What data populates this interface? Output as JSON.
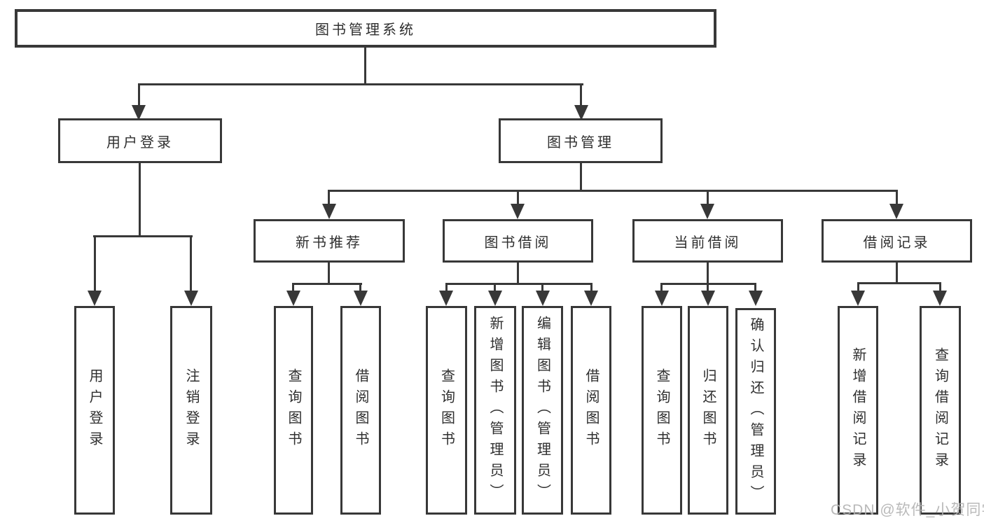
{
  "meta": {
    "watermark": "CSDN @软件_小贺同学",
    "colors": {
      "line": "#383838",
      "text": "#2f2f2f",
      "watermark": "#b2b2b2",
      "background": "#ffffff"
    }
  },
  "nodes": {
    "root": {
      "label": "图书管理系统"
    },
    "l2": [
      {
        "label": "用户登录"
      },
      {
        "label": "图书管理"
      }
    ],
    "l3": [
      {
        "label": "新书推荐"
      },
      {
        "label": "图书借阅"
      },
      {
        "label": "当前借阅"
      },
      {
        "label": "借阅记录"
      }
    ],
    "l4": [
      {
        "label": "用户登录"
      },
      {
        "label": "注销登录"
      },
      {
        "label": "查询图书"
      },
      {
        "label": "借阅图书"
      },
      {
        "label": "查询图书"
      },
      {
        "label": "新增图书（管理员）"
      },
      {
        "label": "编辑图书（管理员）"
      },
      {
        "label": "借阅图书"
      },
      {
        "label": "查询图书"
      },
      {
        "label": "归还图书"
      },
      {
        "label": "确认归还（管理员）"
      },
      {
        "label": "新增借阅记录"
      },
      {
        "label": "查询借阅记录"
      }
    ]
  }
}
